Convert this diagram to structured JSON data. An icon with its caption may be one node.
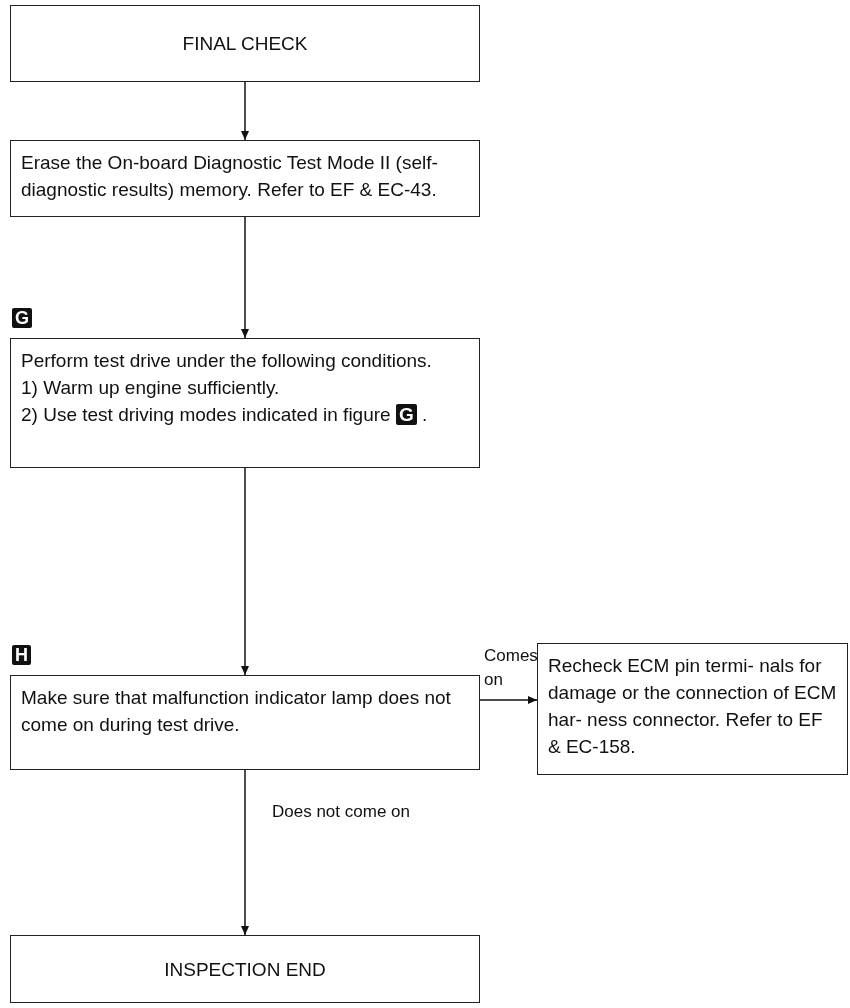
{
  "diagram": {
    "nodes": [
      {
        "text": [
          "FINAL CHECK"
        ]
      },
      {
        "text": [
          "Erase the On-board Diagnostic Test Mode II (self-diagnostic results) memory. Refer to EF & EC-43."
        ]
      },
      {
        "text": [
          "Perform test drive under the following conditions.",
          "1) Warm up engine sufficiently.",
          "2) Use test driving modes indicated in figure **G** ."
        ]
      },
      {
        "text": [
          "Make sure that malfunction indicator lamp does not come on during test drive."
        ]
      },
      {
        "text": [
          "Recheck ECM pin termi- nals for damage or the connection of ECM har- ness connector. Refer to EF & EC-158."
        ]
      },
      {
        "text": [
          "INSPECTION END"
        ]
      }
    ],
    "edges": [
      {
        "from": 0,
        "to": 1,
        "arrow": "to"
      },
      {
        "from": 1,
        "to": 2,
        "arrow": "to"
      },
      {
        "from": 2,
        "to": 3,
        "arrow": "to"
      },
      {
        "from": 3,
        "to": 4,
        "arrow": "to",
        "label": "Comes on"
      },
      {
        "from": 3,
        "to": 5,
        "arrow": "to",
        "label": "Does not come on"
      }
    ],
    "labels": [
      "G",
      "H"
    ]
  }
}
